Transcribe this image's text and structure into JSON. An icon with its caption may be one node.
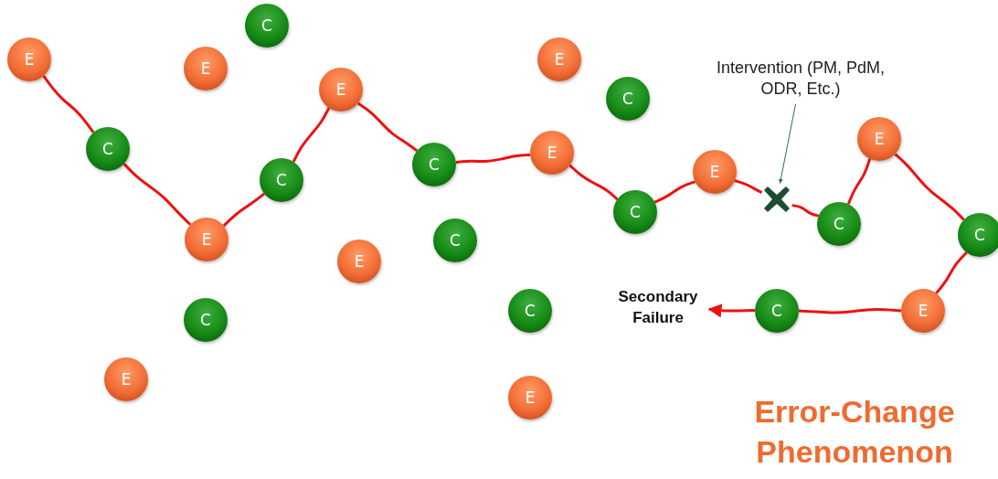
{
  "diagram": {
    "title": "Error-Change Phenomenon",
    "nodes": [
      {
        "text": [
          "E"
        ]
      },
      {
        "text": [
          "C"
        ]
      },
      {
        "text": [
          "E"
        ]
      },
      {
        "text": [
          "C"
        ]
      },
      {
        "text": [
          "E"
        ]
      },
      {
        "text": [
          "C"
        ]
      },
      {
        "text": [
          "E"
        ]
      },
      {
        "text": [
          "C"
        ]
      },
      {
        "text": [
          "E"
        ]
      },
      {
        "text": [],
        "shape": "cross"
      },
      {
        "text": [
          "C"
        ]
      },
      {
        "text": [
          "E"
        ]
      },
      {
        "text": [
          "C"
        ]
      },
      {
        "text": [
          "E"
        ]
      },
      {
        "text": [
          "C"
        ]
      },
      {
        "text": [
          "Secondary Failure"
        ]
      },
      {
        "text": [
          "Intervention (PM, PdM, ODR, Etc.)"
        ]
      },
      {
        "text": [
          "C"
        ]
      },
      {
        "text": [
          "E"
        ]
      },
      {
        "text": [
          "E"
        ]
      },
      {
        "text": [
          "C"
        ]
      },
      {
        "text": [
          "C"
        ]
      },
      {
        "text": [
          "E"
        ]
      },
      {
        "text": [
          "C"
        ]
      },
      {
        "text": [
          "C"
        ]
      },
      {
        "text": [
          "E"
        ]
      },
      {
        "text": [
          "E"
        ]
      }
    ],
    "edges": [
      {
        "from": 0,
        "to": 1,
        "arrow": "none"
      },
      {
        "from": 1,
        "to": 2,
        "arrow": "none"
      },
      {
        "from": 2,
        "to": 3,
        "arrow": "none"
      },
      {
        "from": 3,
        "to": 4,
        "arrow": "none"
      },
      {
        "from": 4,
        "to": 5,
        "arrow": "none"
      },
      {
        "from": 5,
        "to": 6,
        "arrow": "none"
      },
      {
        "from": 6,
        "to": 7,
        "arrow": "none"
      },
      {
        "from": 7,
        "to": 8,
        "arrow": "none"
      },
      {
        "from": 8,
        "to": 9,
        "arrow": "none"
      },
      {
        "from": 9,
        "to": 10,
        "arrow": "none"
      },
      {
        "from": 10,
        "to": 11,
        "arrow": "none"
      },
      {
        "from": 11,
        "to": 12,
        "arrow": "none"
      },
      {
        "from": 12,
        "to": 13,
        "arrow": "none"
      },
      {
        "from": 13,
        "to": 14,
        "arrow": "none"
      },
      {
        "from": 14,
        "to": 15,
        "arrow": "to"
      },
      {
        "from": 16,
        "to": 9,
        "arrow": "to",
        "color": "#2e6b55"
      }
    ]
  }
}
